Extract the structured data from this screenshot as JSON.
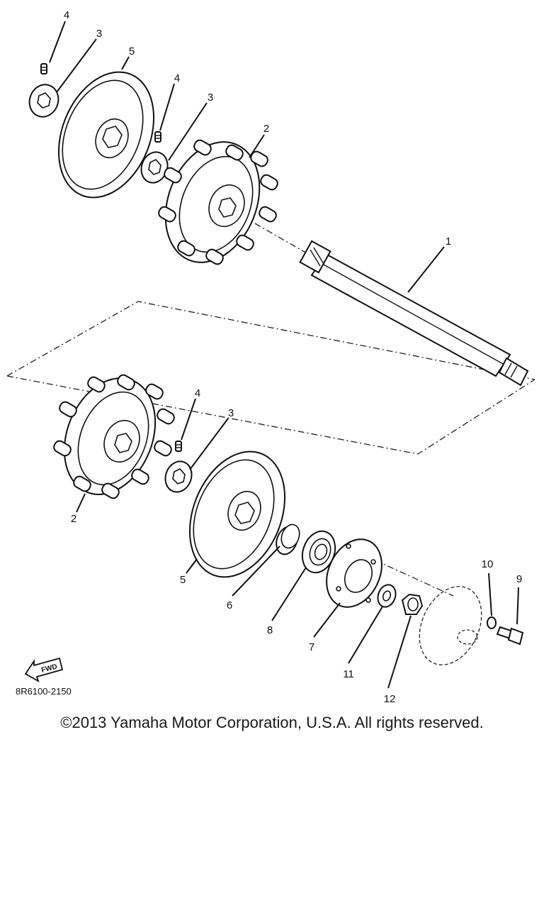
{
  "diagram": {
    "callouts": {
      "c1": "1",
      "c2a": "2",
      "c2b": "2",
      "c3a": "3",
      "c3b": "3",
      "c3c": "3",
      "c4a": "4",
      "c4b": "4",
      "c4c": "4",
      "c5a": "5",
      "c5b": "5",
      "c6": "6",
      "c7": "7",
      "c8": "8",
      "c9": "9",
      "c10": "10",
      "c11": "11",
      "c12": "12"
    },
    "fwd_label": "FWD",
    "drawing_code": "8R6100-2150"
  },
  "footer": {
    "copyright": "©2013 Yamaha Motor Corporation, U.S.A. All rights reserved."
  }
}
